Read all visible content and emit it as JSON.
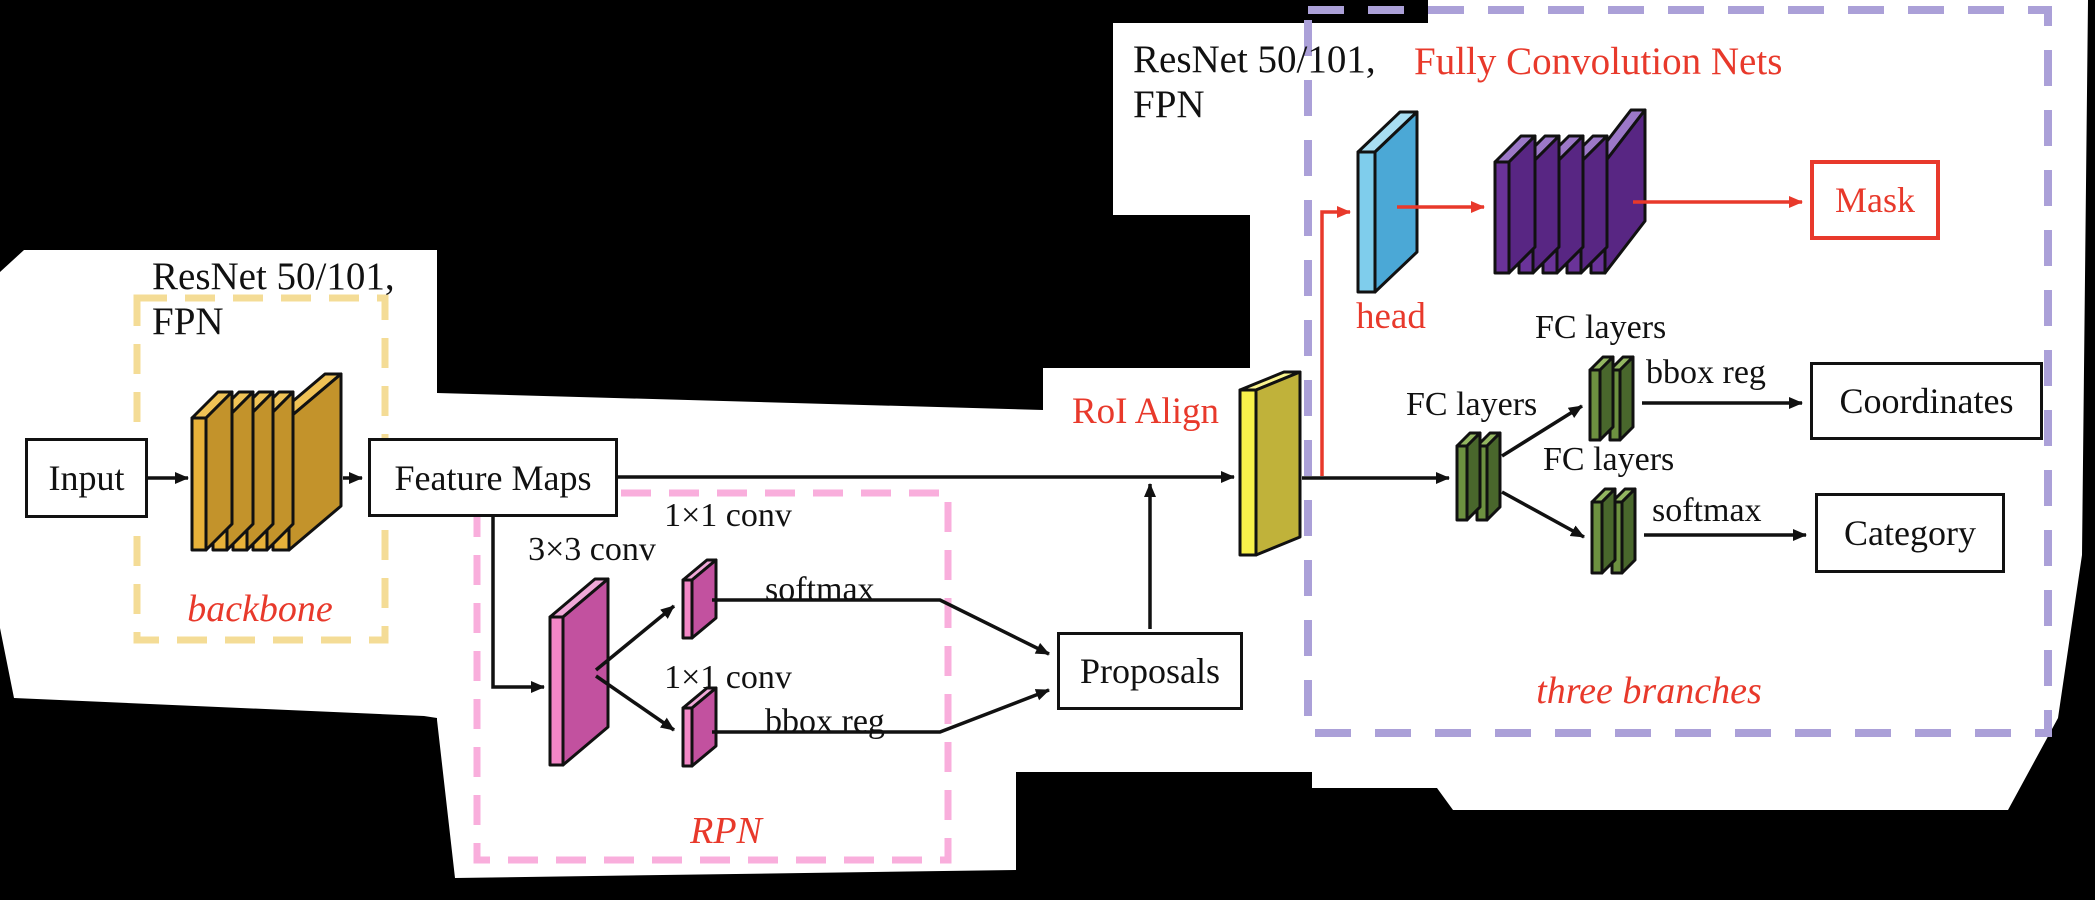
{
  "diagram": {
    "colors": {
      "background": "#000000",
      "paper": "#ffffff",
      "ink": "#111111",
      "accent_red": "#e8392b",
      "backbone_dash": "#f4dc96",
      "rpn_dash": "#f9aedc",
      "branches_dash": "#aba0d8",
      "gold_front": "#e8b23a",
      "gold_side": "#c3932b",
      "gold_top": "#efc256",
      "magenta_front": "#f287c6",
      "magenta_side": "#c2519f",
      "magenta_top": "#f0a8d8",
      "yellow_front": "#f8f14b",
      "yellow_side": "#c0b23a",
      "yellow_top": "#faf48f",
      "blue_front": "#7fcdec",
      "blue_side": "#4ba8d6",
      "blue_top": "#a8def2",
      "purple_front": "#6a3399",
      "purple_side": "#582683",
      "purple_top": "#9c78c8",
      "green_front": "#6d9140",
      "green_side": "#49672c",
      "green_top": "#93b661"
    },
    "boxes": {
      "input": "Input",
      "feature_maps": "Feature Maps",
      "proposals": "Proposals",
      "coordinates": "Coordinates",
      "category": "Category",
      "mask": "Mask"
    },
    "regions": {
      "backbone": "backbone",
      "rpn": "RPN",
      "three_branches": "three branches"
    },
    "labels": {
      "backbone_net_line1": "ResNet 50/101,",
      "backbone_net_line2": "FPN",
      "head_net_line1": "ResNet 50/101,",
      "head_net_line2": "FPN",
      "conv3x3": "3×3 conv",
      "conv1x1_top": "1×1 conv",
      "conv1x1_bottom": "1×1 conv",
      "rpn_softmax": "softmax",
      "rpn_bbox_reg": "bbox reg",
      "roi_align": "RoI Align",
      "fully_conv_nets": "Fully Convolution Nets",
      "head": "head",
      "fc_layers_1": "FC layers",
      "fc_layers_2": "FC layers",
      "fc_layers_3": "FC layers",
      "bbox_reg": "bbox reg",
      "softmax": "softmax"
    }
  }
}
